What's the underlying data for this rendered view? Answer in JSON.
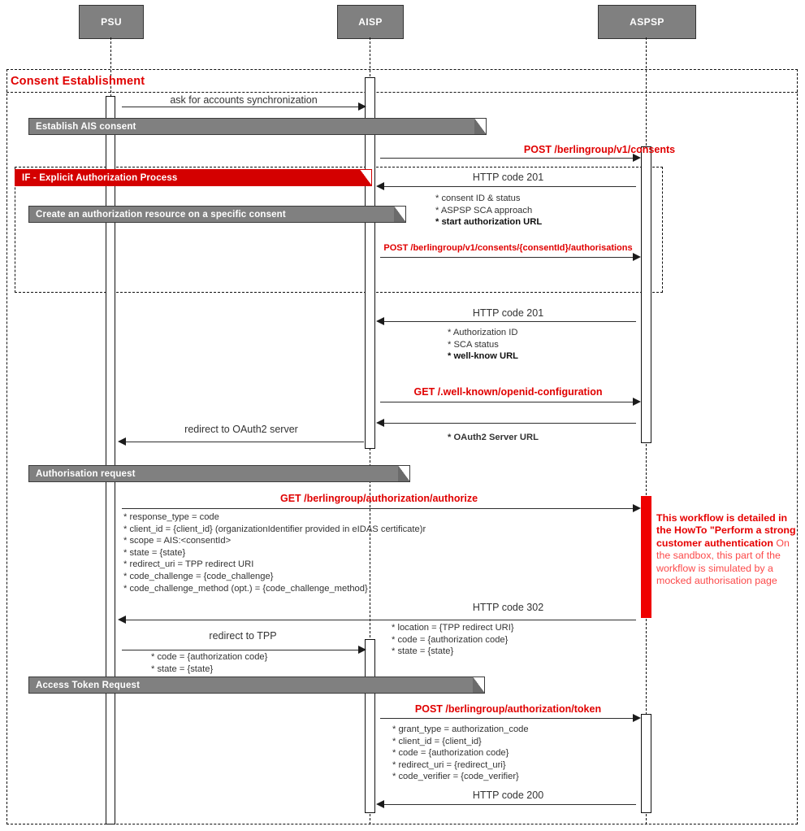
{
  "diagram": {
    "type": "uml-sequence-diagram",
    "title": "Consent Establishment",
    "actors": [
      {
        "id": "psu",
        "label": "PSU"
      },
      {
        "id": "aisp",
        "label": "AISP"
      },
      {
        "id": "aspsp",
        "label": "ASPSP"
      }
    ],
    "frames": [
      {
        "id": "consent-establishment",
        "label": "Consent Establishment"
      },
      {
        "id": "explicit-authorization",
        "label": "IF -  Explicit Authorization Process"
      }
    ],
    "groups": [
      {
        "id": "establish-ais-consent",
        "label": "Establish AIS consent"
      },
      {
        "id": "create-authorization-resource",
        "label": "Create an authorization resource on a specific consent"
      },
      {
        "id": "authorisation-request",
        "label": "Authorisation request"
      },
      {
        "id": "access-token-request",
        "label": "Access Token Request"
      }
    ],
    "messages": [
      {
        "id": "m1",
        "label": "ask for accounts synchronization",
        "from": "psu",
        "to": "aisp",
        "style": "plain"
      },
      {
        "id": "m2",
        "label": "POST /berlingroup/v1/consents",
        "from": "aisp",
        "to": "aspsp",
        "style": "red"
      },
      {
        "id": "m3",
        "label": "HTTP code 201",
        "from": "aspsp",
        "to": "aisp",
        "style": "plain"
      },
      {
        "id": "m4",
        "label": "POST /berlingroup/v1/consents/{consentId}/authorisations",
        "from": "aisp",
        "to": "aspsp",
        "style": "red-small"
      },
      {
        "id": "m5",
        "label": "HTTP code 201",
        "from": "aspsp",
        "to": "aisp",
        "style": "plain"
      },
      {
        "id": "m6",
        "label": "GET /.well-known/openid-configuration",
        "from": "aisp",
        "to": "aspsp",
        "style": "red"
      },
      {
        "id": "m7",
        "label": "",
        "from": "aspsp",
        "to": "aisp",
        "style": "plain"
      },
      {
        "id": "m8",
        "label": "redirect to OAuth2 server",
        "from": "aisp",
        "to": "psu",
        "style": "plain"
      },
      {
        "id": "m9",
        "label": "GET /berlingroup/authorization/authorize",
        "from": "psu",
        "to": "aspsp",
        "style": "red"
      },
      {
        "id": "m10",
        "label": "HTTP code 302",
        "from": "aspsp",
        "to": "psu",
        "style": "plain"
      },
      {
        "id": "m11",
        "label": "redirect to TPP",
        "from": "psu",
        "to": "aisp",
        "style": "plain"
      },
      {
        "id": "m12",
        "label": "POST /berlingroup/authorization/token",
        "from": "aisp",
        "to": "aspsp",
        "style": "red"
      },
      {
        "id": "m13",
        "label": "HTTP code 200",
        "from": "aspsp",
        "to": "aisp",
        "style": "plain"
      }
    ],
    "param_blocks": {
      "consent_201": [
        "* consent ID & status",
        "* ASPSP SCA approach",
        "* start authorization URL"
      ],
      "auth_201": [
        "* Authorization ID",
        "* SCA status",
        "* well-know URL"
      ],
      "oauth_url": [
        "* OAuth2 Server URL"
      ],
      "authorize_request": [
        "* response_type = code",
        "* client_id = {client_id} (organizationIdentifier provided in eIDAS certificate)r",
        "* scope = AIS:<consentId>",
        "* state = {state}",
        "* redirect_uri = TPP redirect URI",
        "* code_challenge = {code_challenge}",
        "* code_challenge_method (opt.) = {code_challenge_method}"
      ],
      "http_302": [
        "* location = {TPP redirect URI}",
        "* code = {authorization code}",
        "* state = {state}"
      ],
      "redirect_tpp": [
        "* code = {authorization code}",
        "* state = {state}"
      ],
      "token_request": [
        "* grant_type = authorization_code",
        "* client_id = {client_id}",
        "* code = {authorization code}",
        "* redirect_uri = {redirect_uri}",
        "* code_verifier = {code_verifier}"
      ]
    },
    "note": {
      "id": "sca-note",
      "highlight": "This workflow is detailed in the HowTo \"Perform a strong customer authentication",
      "lower": "On the sandbox, this part of the workflow is simulated by a mocked authorisation page"
    },
    "colors": {
      "actor_fill": "#808080",
      "group_fill": "#808080",
      "red_accent": "#e00000",
      "red_bar": "#ef0000",
      "red_fragment": "#d40000",
      "line": "#2e2e2e"
    }
  }
}
